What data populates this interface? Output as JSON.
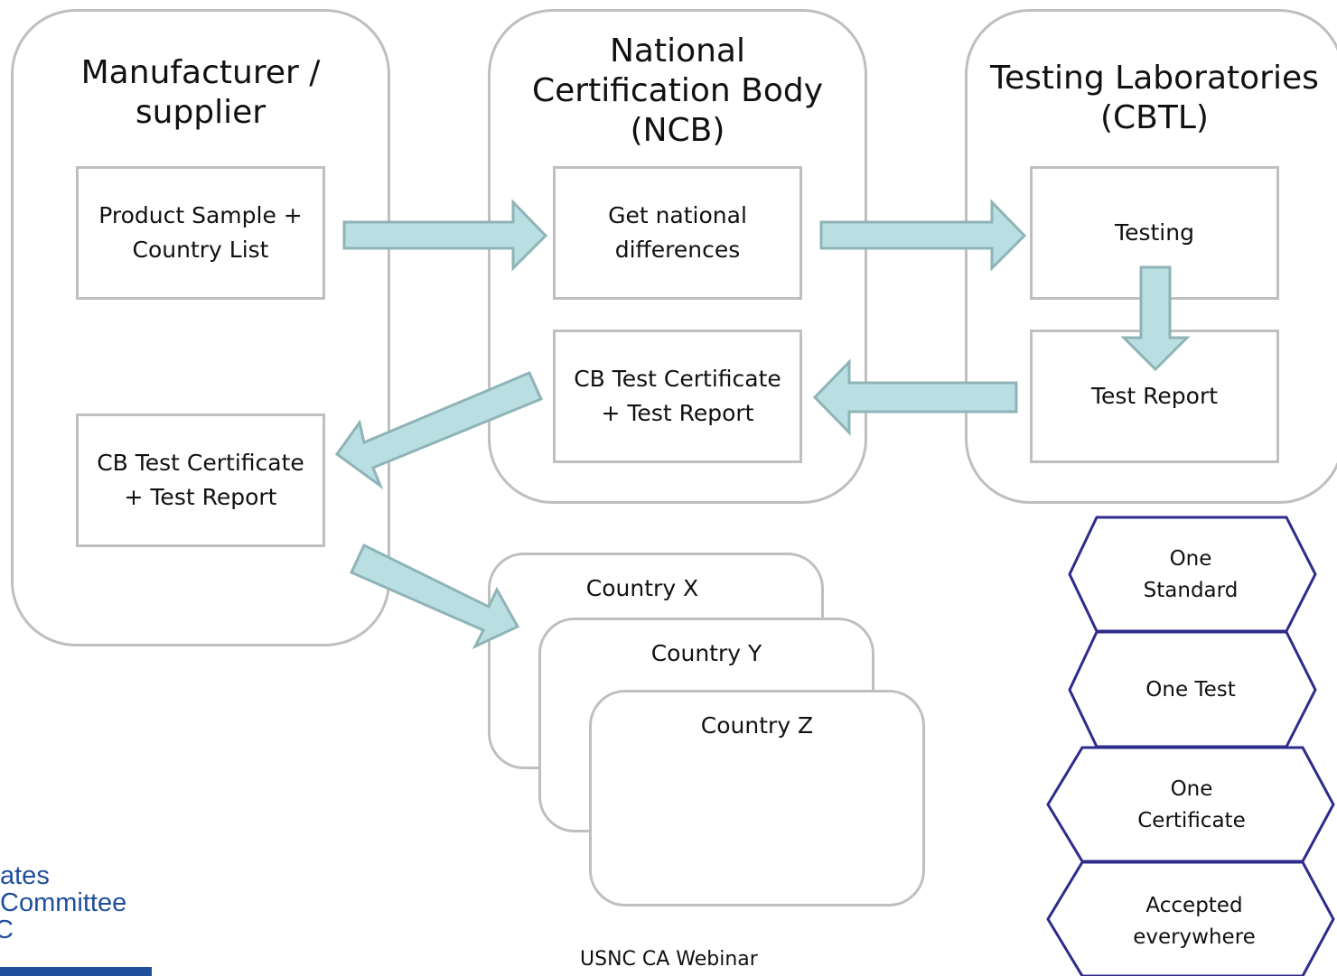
{
  "panels": {
    "manufacturer": "Manufacturer / supplier",
    "ncb": "National Certification Body (NCB)",
    "cbtl": "Testing Laboratories (CBTL)"
  },
  "boxes": {
    "product_sample": "Product Sample + Country List",
    "cb_test_left": "CB Test Certificate + Test Report",
    "national_differences": "Get national differences",
    "cb_test_ncb": "CB Test Certificate + Test Report",
    "testing": "Testing",
    "test_report": "Test Report"
  },
  "countries": [
    "Country X",
    "Country Y",
    "Country Z"
  ],
  "principles": [
    "One Standard",
    "One Test",
    "One Certificate",
    "Accepted everywhere"
  ],
  "footer": "USNC CA Webinar",
  "logo": [
    "ates",
    "Committee",
    "C"
  ],
  "colors": {
    "arrow_fill": "#b9dfe2",
    "arrow_stroke": "#8fb4b7",
    "hexagon_stroke": "#2e2b8c",
    "border_gray": "#bfbfbf",
    "logo_blue": "#1f4e9c"
  }
}
